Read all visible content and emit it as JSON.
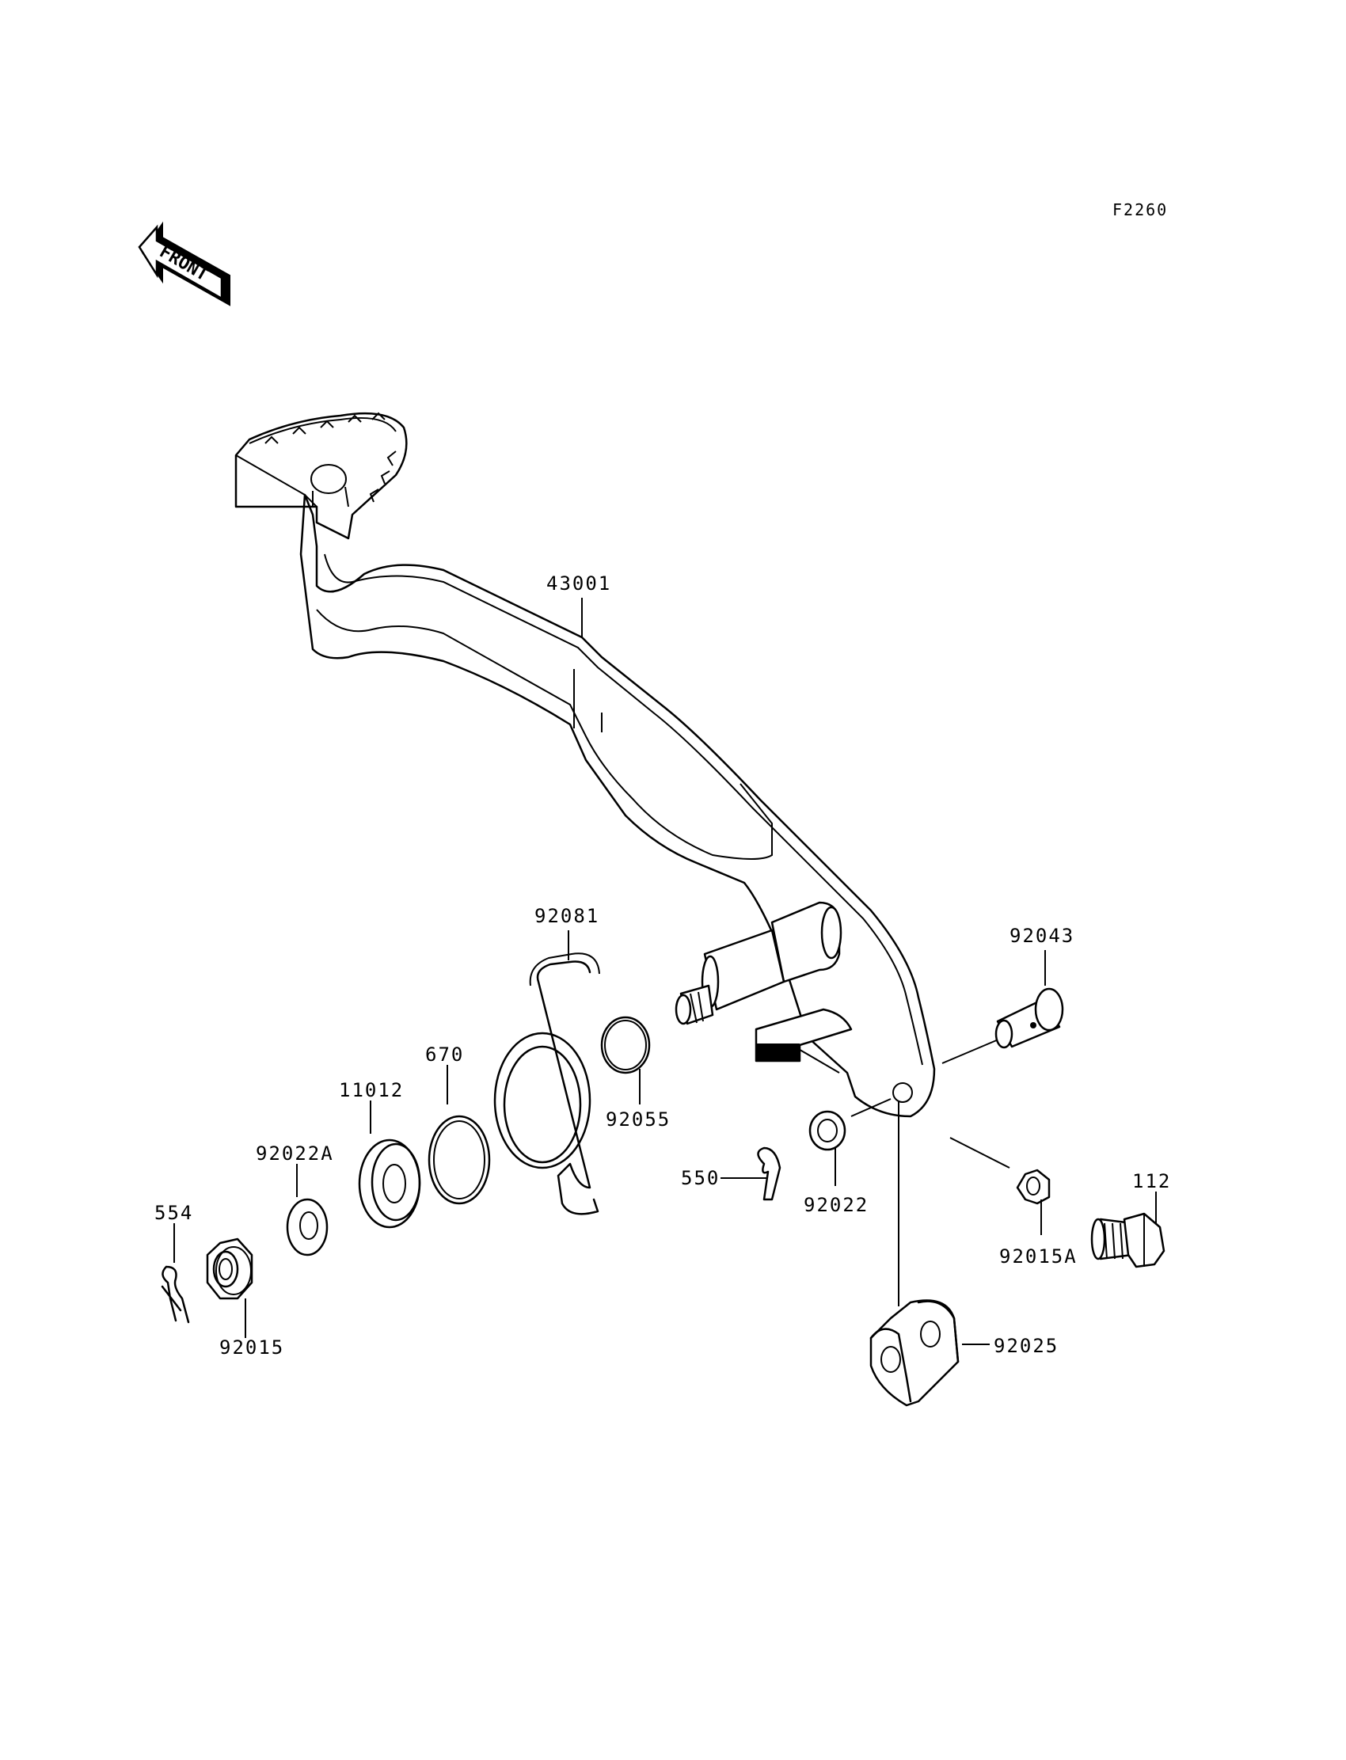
{
  "figure_code": "F2260",
  "front_indicator": "FRONT",
  "parts": [
    {
      "id": "p43001",
      "label": "43001"
    },
    {
      "id": "p92081",
      "label": "92081"
    },
    {
      "id": "p670",
      "label": "670"
    },
    {
      "id": "p11012",
      "label": "11012"
    },
    {
      "id": "p92022A",
      "label": "92022A"
    },
    {
      "id": "p554",
      "label": "554"
    },
    {
      "id": "p92015",
      "label": "92015"
    },
    {
      "id": "p92055",
      "label": "92055"
    },
    {
      "id": "p550",
      "label": "550"
    },
    {
      "id": "p92022",
      "label": "92022"
    },
    {
      "id": "p92043",
      "label": "92043"
    },
    {
      "id": "p112",
      "label": "112"
    },
    {
      "id": "p92015A",
      "label": "92015A"
    },
    {
      "id": "p92025",
      "label": "92025"
    }
  ]
}
